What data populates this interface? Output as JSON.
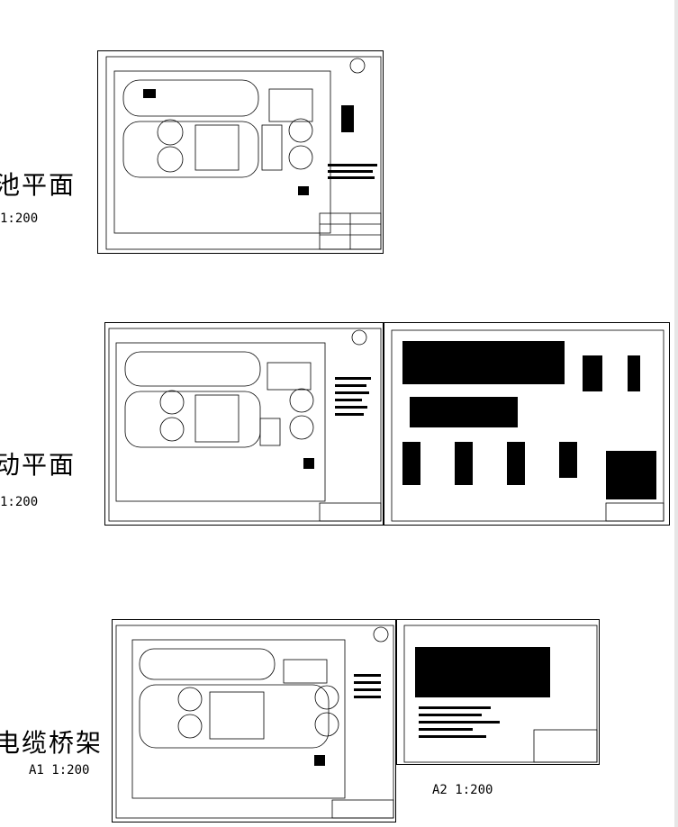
{
  "labels": {
    "l1_title": "池平面",
    "l1_scale": "1:200",
    "l2_title": "动平面",
    "l2_scale": "1:200",
    "l3_title": "电缆桥架",
    "l3_scale": "A1 1:200",
    "l3b_scale": "A2 1:200"
  }
}
